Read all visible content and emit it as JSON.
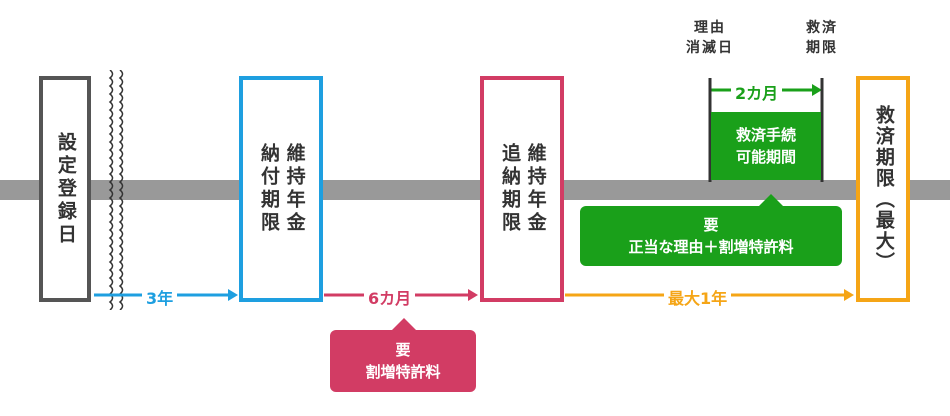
{
  "colors": {
    "gray": "#555555",
    "blue": "#1e9fe0",
    "pink": "#d23c64",
    "green": "#1aa01a",
    "orange": "#f5a516",
    "band": "#999999"
  },
  "boxes": {
    "registration": "設定登録日",
    "maintenance": "維持年金\n納付期限",
    "late_payment": "維持年金\n追納期限",
    "relief_max": "救済期限（最大）"
  },
  "intervals": {
    "three_years": "3年",
    "six_months": "6カ月",
    "one_year_max": "最大1年",
    "two_months": "2カ月"
  },
  "callouts": {
    "surcharge": [
      "要",
      "割増特許料"
    ],
    "justified": [
      "要",
      "正当な理由＋割増特許料"
    ],
    "relief_procedure": [
      "救済手続",
      "可能期間"
    ]
  },
  "markers": {
    "reason_ends": [
      "理由",
      "消滅日"
    ],
    "relief_deadline": [
      "救済",
      "期限"
    ]
  }
}
